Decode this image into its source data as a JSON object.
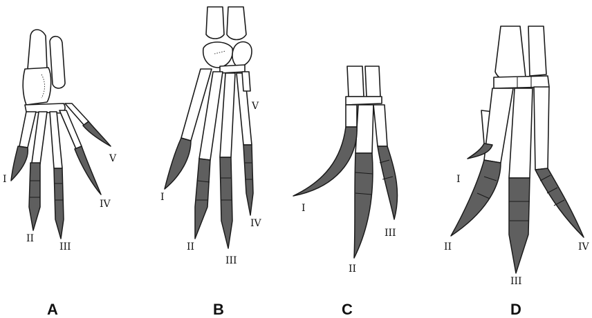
{
  "panels": [
    {
      "id": "A",
      "label": "A",
      "digits": [
        "I",
        "II",
        "III",
        "IV",
        "V"
      ]
    },
    {
      "id": "B",
      "label": "B",
      "digits": [
        "I",
        "II",
        "III",
        "IV",
        "V"
      ]
    },
    {
      "id": "C",
      "label": "C",
      "digits": [
        "I",
        "II",
        "III"
      ]
    },
    {
      "id": "D",
      "label": "D",
      "digits": [
        "I",
        "II",
        "III",
        "IV"
      ]
    }
  ],
  "colors": {
    "bone_fill": "#ffffff",
    "phalanx_fill": "#5f5f5f",
    "outline": "#1a1a1a"
  }
}
